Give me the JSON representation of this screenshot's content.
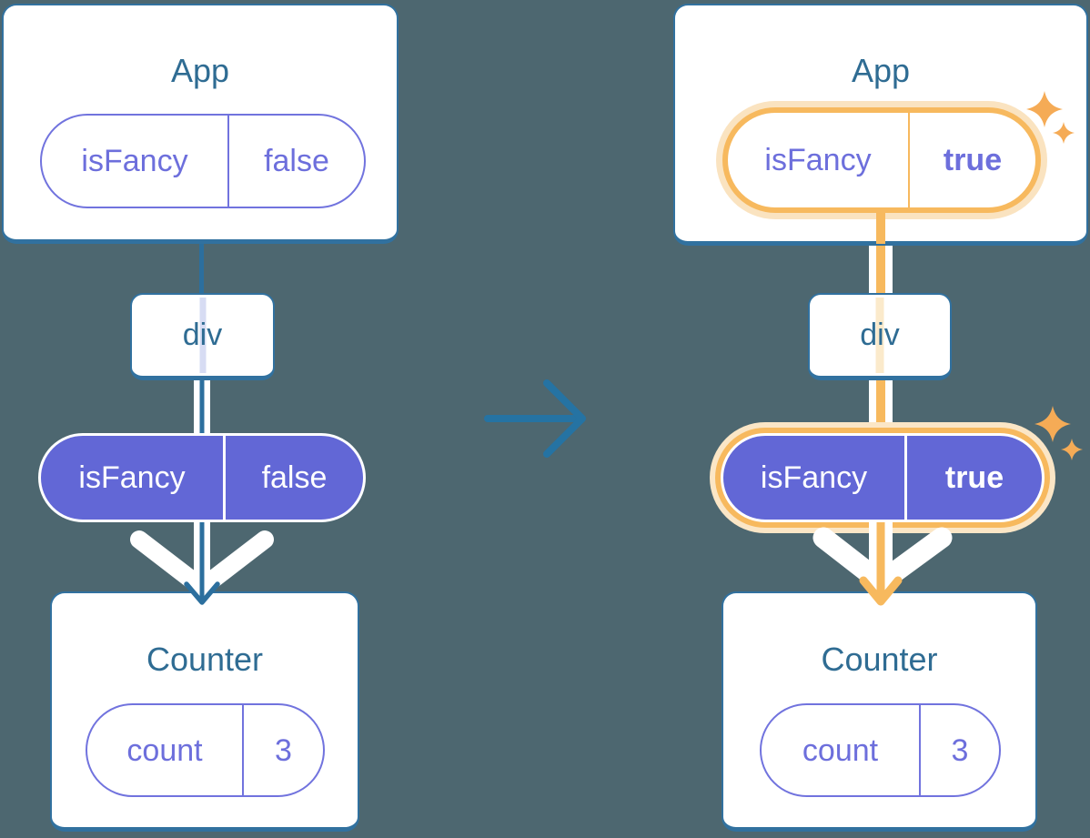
{
  "colors": {
    "background": "#4d6770",
    "card_border": "#31719f",
    "heading_text": "#2f6c93",
    "purple_fill": "#6267d6",
    "purple_text": "#6d6fdc",
    "teal_connector": "#2c6f9e",
    "transition_arrow": "#2573a3",
    "highlight_orange": "#f7b95e",
    "highlight_glow": "#fae3c0",
    "sparkle_orange": "#f5ab56",
    "white": "#ffffff"
  },
  "before": {
    "app": {
      "title": "App",
      "prop": {
        "key": "isFancy",
        "value": "false"
      }
    },
    "div": {
      "label": "div"
    },
    "passed_prop": {
      "key": "isFancy",
      "value": "false"
    },
    "counter": {
      "title": "Counter",
      "state": {
        "key": "count",
        "value": "3"
      }
    }
  },
  "after": {
    "app": {
      "title": "App",
      "prop": {
        "key": "isFancy",
        "value": "true"
      }
    },
    "div": {
      "label": "div"
    },
    "passed_prop": {
      "key": "isFancy",
      "value": "true"
    },
    "counter": {
      "title": "Counter",
      "state": {
        "key": "count",
        "value": "3"
      }
    }
  }
}
